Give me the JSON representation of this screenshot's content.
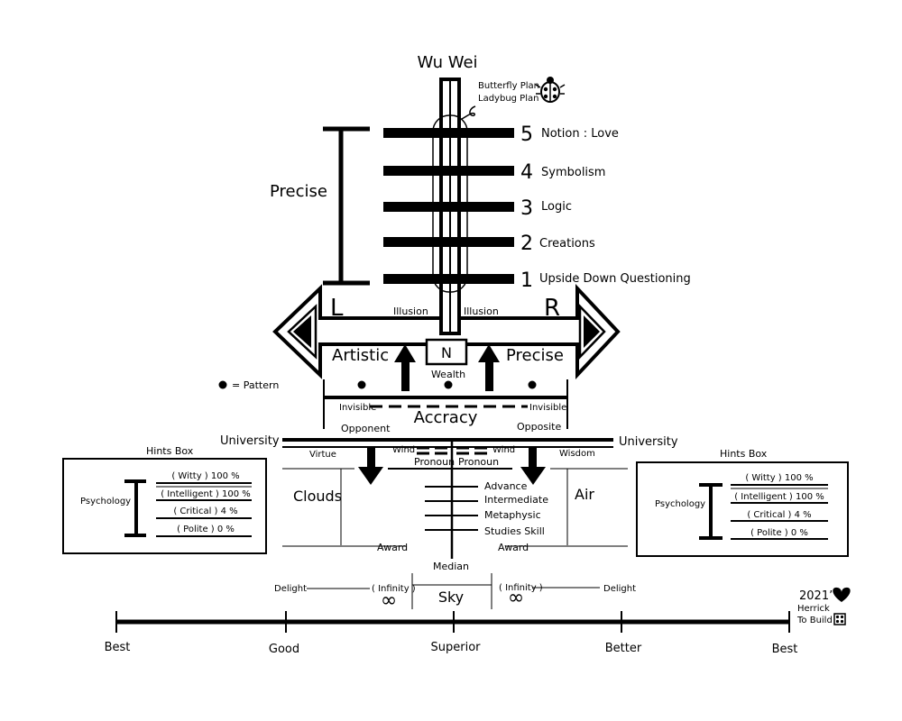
{
  "title": "Wu Wei",
  "plans": [
    "Butterfly Plan",
    "Ladybug Plan"
  ],
  "levels": [
    {
      "num": "5",
      "label": "Notion : Love"
    },
    {
      "num": "4",
      "label": "Symbolism"
    },
    {
      "num": "3",
      "label": "Logic"
    },
    {
      "num": "2",
      "label": "Creations"
    },
    {
      "num": "1",
      "label": "Upside Down Questioning"
    }
  ],
  "precise_left": "Precise",
  "letters": {
    "left": "L",
    "right": "R",
    "center": "N"
  },
  "illusion": "Illusion",
  "arrow_labels": {
    "left": "Artistic",
    "right": "Precise"
  },
  "wealth": "Wealth",
  "pattern_legend": "= Pattern",
  "invisible": "Invisible",
  "accracy": "Accracy",
  "opponent": "Opponent",
  "opposite": "Opposite",
  "university": "University",
  "virtue": "Virtue",
  "wisdom": "Wisdom",
  "wind": "Wind",
  "pronoun": "Pronoun",
  "clouds": "Clouds",
  "air": "Air",
  "ladder": [
    "Advance",
    "Intermediate",
    "Metaphysic",
    "Studies Skill"
  ],
  "award": "Award",
  "median": "Median",
  "delight": "Delight",
  "infinity": "( Infinity )",
  "infinity_symbol": "∞",
  "sky": "Sky",
  "hints": {
    "title": "Hints Box",
    "category": "Psychology",
    "items": [
      "( Witty ) 100 %",
      "( Intelligent ) 100 %",
      "( Critical ) 4 %",
      "( Polite ) 0 %"
    ]
  },
  "scale": [
    "Best",
    "Good",
    "Superior",
    "Better",
    "Best"
  ],
  "signature": {
    "year": "2021’",
    "name": "Herrick",
    "build": "To Build"
  }
}
